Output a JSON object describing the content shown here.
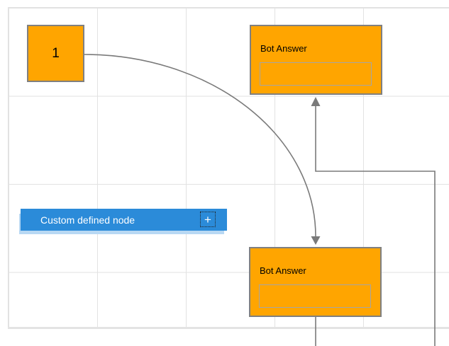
{
  "colors": {
    "background": "#FFFFFF",
    "grid_line": "#E2E2E2",
    "canvas_edge": "#E3E3E3",
    "node_orange": "#FFA500",
    "node_border": "#808080",
    "inner_box_border": "#A5A5A5",
    "custom_node_blue": "#2B8BD9",
    "custom_node_shadow": "#B8D8F3",
    "connector": "#7A7A7A"
  },
  "nodes": {
    "number_node": {
      "label": "1"
    },
    "bot_answer_top": {
      "title": "Bot Answer"
    },
    "bot_answer_bottom": {
      "title": "Bot Answer"
    },
    "custom_node": {
      "label": "Custom defined node",
      "add_icon": "+"
    }
  },
  "connectors": [
    {
      "id": "curved",
      "description": "curved arc from node 1 to top of bottom Bot Answer node, arrow at target"
    },
    {
      "id": "elbow",
      "description": "orthogonal connector rising into bottom of top Bot Answer node, arrow at target, runs off-screen at bottom right"
    },
    {
      "id": "stub",
      "description": "straight line leaving bottom Bot Answer node downward off-screen"
    }
  ]
}
